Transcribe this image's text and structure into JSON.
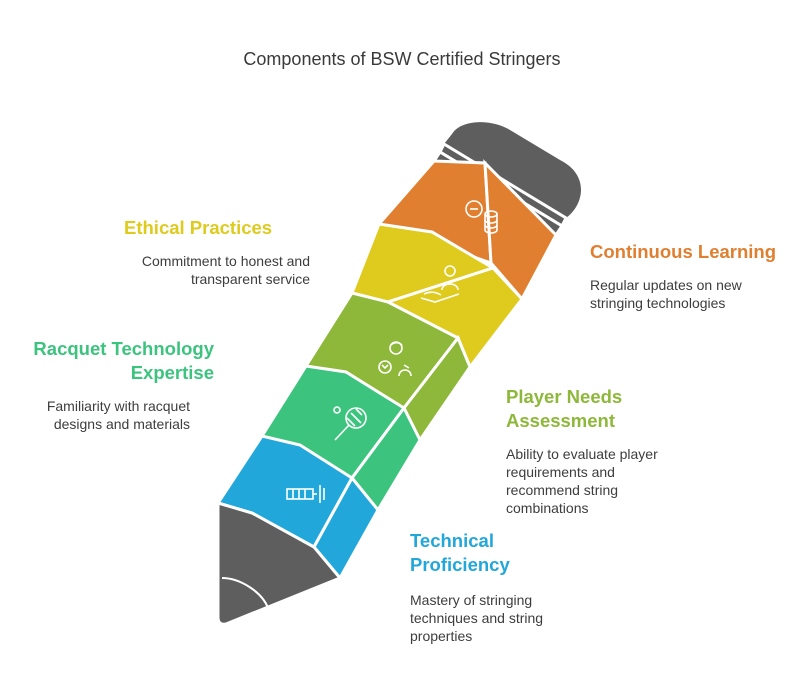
{
  "title": "Components of BSW Certified Stringers",
  "colors": {
    "orange": "#E07F30",
    "yellow": "#DECB1D",
    "olive": "#8EB83A",
    "green": "#3CC47F",
    "blue": "#22A7DA",
    "gray": "#5E5E5E"
  },
  "components": [
    {
      "key": "continuous",
      "heading": "Continuous Learning",
      "description": [
        "Regular updates on new",
        "stringing technologies"
      ],
      "color": "#E07F30",
      "icon": "coins-stack-icon"
    },
    {
      "key": "ethical",
      "heading": "Ethical Practices",
      "description": [
        "Commitment to honest and",
        "transparent service"
      ],
      "color": "#DECB1D",
      "icon": "hand-offering-person-icon"
    },
    {
      "key": "player",
      "heading": [
        "Player Needs",
        "Assessment"
      ],
      "description": [
        "Ability to evaluate player",
        "requirements and",
        "recommend string",
        "combinations"
      ],
      "color": "#8EB83A",
      "icon": "player-ball-icon"
    },
    {
      "key": "racquet",
      "heading": [
        "Racquet Technology",
        "Expertise"
      ],
      "description": [
        "Familiarity with racquet",
        "designs and materials"
      ],
      "color": "#3CC47F",
      "icon": "racquet-icon"
    },
    {
      "key": "technical",
      "heading": [
        "Technical",
        "Proficiency"
      ],
      "description": [
        "Mastery of stringing",
        "techniques and string",
        "properties"
      ],
      "color": "#22A7DA",
      "icon": "battery-gauge-icon"
    }
  ]
}
